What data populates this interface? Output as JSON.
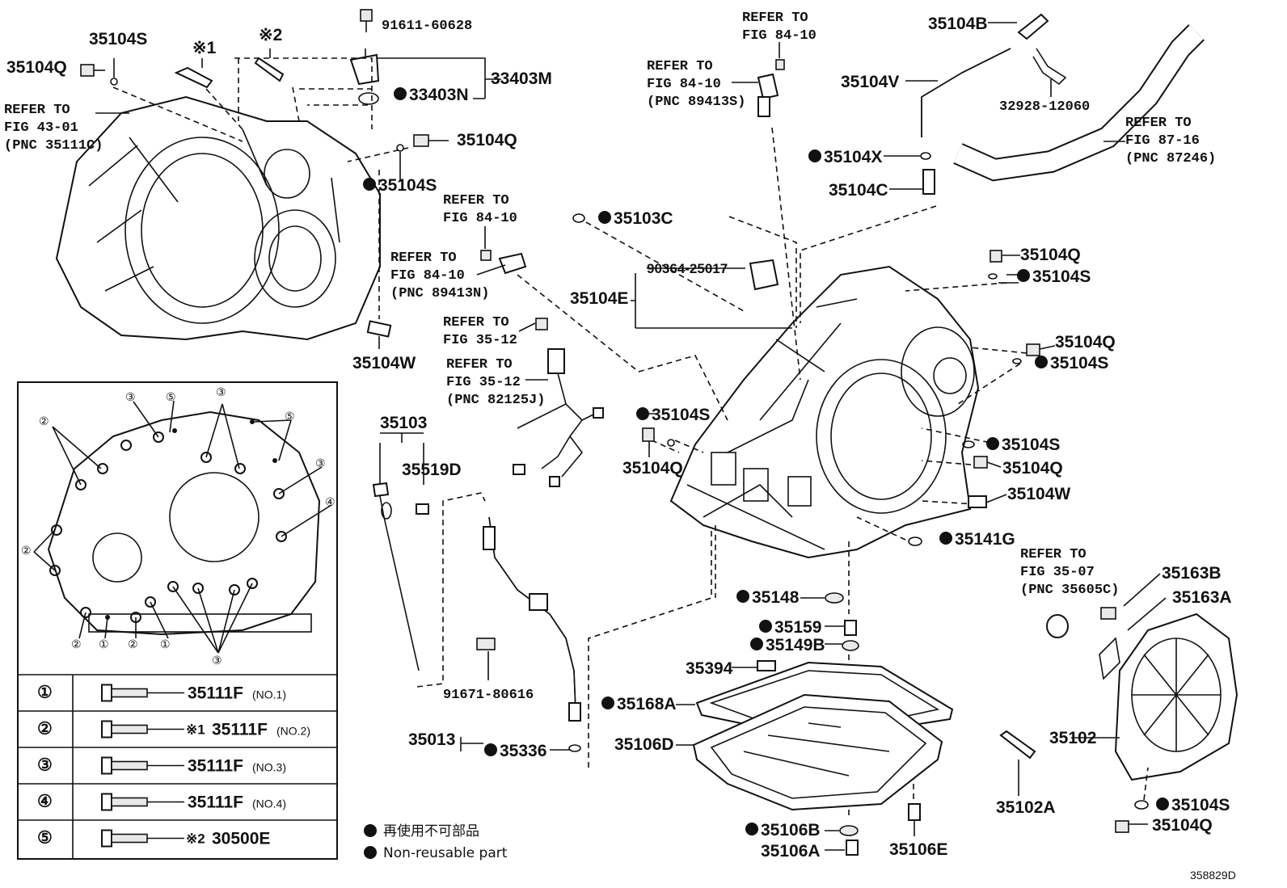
{
  "labels": {
    "p_91611": "91611-60628",
    "p_35104S_tl": "35104S",
    "p_x1": "※1",
    "p_x2": "※2",
    "p_35104Q_tl": "35104Q",
    "ref_43_1": "REFER TO",
    "ref_43_2": "FIG 43-01",
    "ref_43_3": "(PNC 35111C)",
    "p_33403M": "33403M",
    "p_33403N": "33403N",
    "p_35104Q_2": "35104Q",
    "p_35104S_2": "35104S",
    "p_35104W_l": "35104W",
    "ref_8410a_1": "REFER TO",
    "ref_8410a_2": "FIG 84-10",
    "ref_8410b_1": "REFER TO",
    "ref_8410b_2": "FIG 84-10",
    "ref_8410b_3": "(PNC 89413S)",
    "ref_8410c_1": "REFER TO",
    "ref_8410c_2": "FIG 84-10",
    "ref_8410d_1": "REFER TO",
    "ref_8410d_2": "FIG 84-10",
    "ref_8410d_3": "(PNC 89413N)",
    "p_35104B": "35104B",
    "p_35104V": "35104V",
    "p_32928": "32928-12060",
    "ref_8716_1": "REFER TO",
    "ref_8716_2": "FIG 87-16",
    "ref_8716_3": "(PNC 87246)",
    "p_35104X": "35104X",
    "p_35104C": "35104C",
    "p_35103C": "35103C",
    "p_90364": "90364-25017",
    "p_35104E": "35104E",
    "p_35104Q_r1": "35104Q",
    "p_35104S_r1": "35104S",
    "p_35104Q_r2": "35104Q",
    "p_35104S_r2": "35104S",
    "ref_3512a_1": "REFER TO",
    "ref_3512a_2": "FIG 35-12",
    "ref_3512b_1": "REFER TO",
    "ref_3512b_2": "FIG 35-12",
    "ref_3512b_3": "(PNC 82125J)",
    "p_35104S_m": "35104S",
    "p_35104Q_m": "35104Q",
    "p_35104S_r3": "35104S",
    "p_35104Q_r3": "35104Q",
    "p_35104W_r": "35104W",
    "p_35103": "35103",
    "p_35519D": "35519D",
    "p_35141G": "35141G",
    "ref_3507_1": "REFER TO",
    "ref_3507_2": "FIG 35-07",
    "ref_3507_3": "(PNC 35605C)",
    "p_35163B": "35163B",
    "p_35163A": "35163A",
    "p_35148": "35148",
    "p_35159": "35159",
    "p_35149B": "35149B",
    "p_35394": "35394",
    "p_35168A": "35168A",
    "p_91671": "91671-80616",
    "p_35013": "35013",
    "p_35336": "35336",
    "p_35106D": "35106D",
    "p_35102": "35102",
    "p_35102A": "35102A",
    "p_35104S_br": "35104S",
    "p_35104Q_br": "35104Q",
    "p_35106B": "35106B",
    "p_35106A": "35106A",
    "p_35106E": "35106E",
    "legend_jp": "再使用不可部品",
    "legend_en": "Non-reusable part",
    "figure_id": "358829D"
  },
  "bolt_table": [
    {
      "num": "①",
      "mark": "",
      "part": "35111F",
      "note": "(NO.1)"
    },
    {
      "num": "②",
      "mark": "※1",
      "part": "35111F",
      "note": "(NO.2)"
    },
    {
      "num": "③",
      "mark": "",
      "part": "35111F",
      "note": "(NO.3)"
    },
    {
      "num": "④",
      "mark": "",
      "part": "35111F",
      "note": "(NO.4)"
    },
    {
      "num": "⑤",
      "mark": "※2",
      "part": "30500E",
      "note": ""
    }
  ],
  "inset_callouts": {
    "c2": "②",
    "c3": "③",
    "c5": "⑤",
    "c4": "④",
    "c1": "①"
  }
}
